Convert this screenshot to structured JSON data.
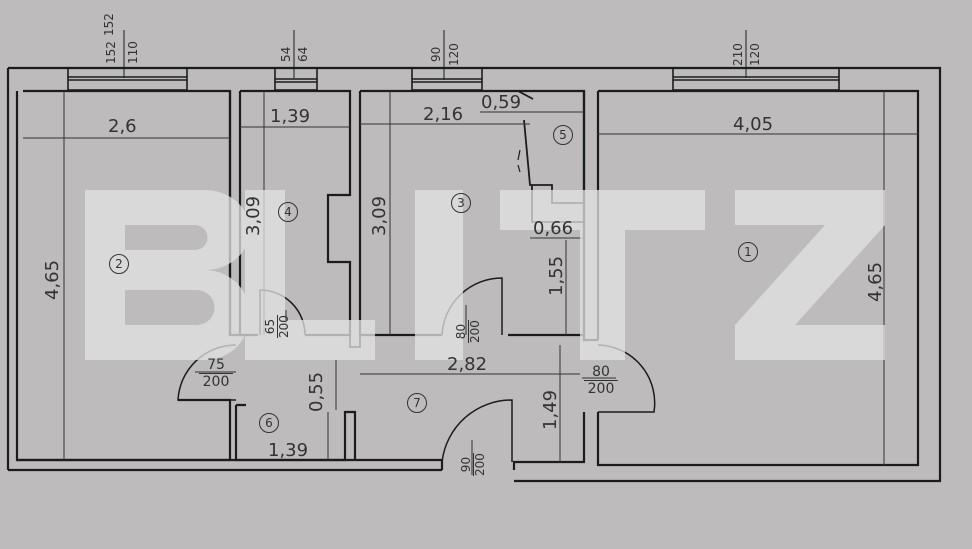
{
  "watermark": {
    "text": "BLITZ",
    "color": "#e4e3e3"
  },
  "colors": {
    "paper": "#bdbbbc",
    "line": "#1c1c1c",
    "text": "#333333"
  },
  "windows": [
    {
      "id": "window-room2",
      "width": "152",
      "height": "110"
    },
    {
      "id": "window-room4",
      "width": "54",
      "height": "64"
    },
    {
      "id": "window-room3",
      "width": "90",
      "height": "120"
    },
    {
      "id": "window-room1",
      "width": "210",
      "height": "120"
    }
  ],
  "rooms": [
    {
      "number": "1",
      "width": "4,05",
      "length": "4,65"
    },
    {
      "number": "2",
      "width": "2,6",
      "length": "4,65"
    },
    {
      "number": "3",
      "width": "2,16",
      "length": "3,09"
    },
    {
      "number": "4",
      "width": "1,39",
      "length": "3,09"
    },
    {
      "number": "5",
      "width": "0,59",
      "length": "1,55",
      "extra": "0,66"
    },
    {
      "number": "6",
      "width": "1,39",
      "length": "0,55"
    },
    {
      "number": "7",
      "width": "2,82",
      "length": "1,49"
    }
  ],
  "doors": [
    {
      "id": "door-room4",
      "width": "65",
      "height": "200"
    },
    {
      "id": "door-room2",
      "width": "75",
      "height": "200"
    },
    {
      "id": "door-room3",
      "width": "80",
      "height": "200"
    },
    {
      "id": "door-room1",
      "width": "80",
      "height": "200"
    },
    {
      "id": "door-entrance",
      "width": "90",
      "height": "200"
    }
  ]
}
